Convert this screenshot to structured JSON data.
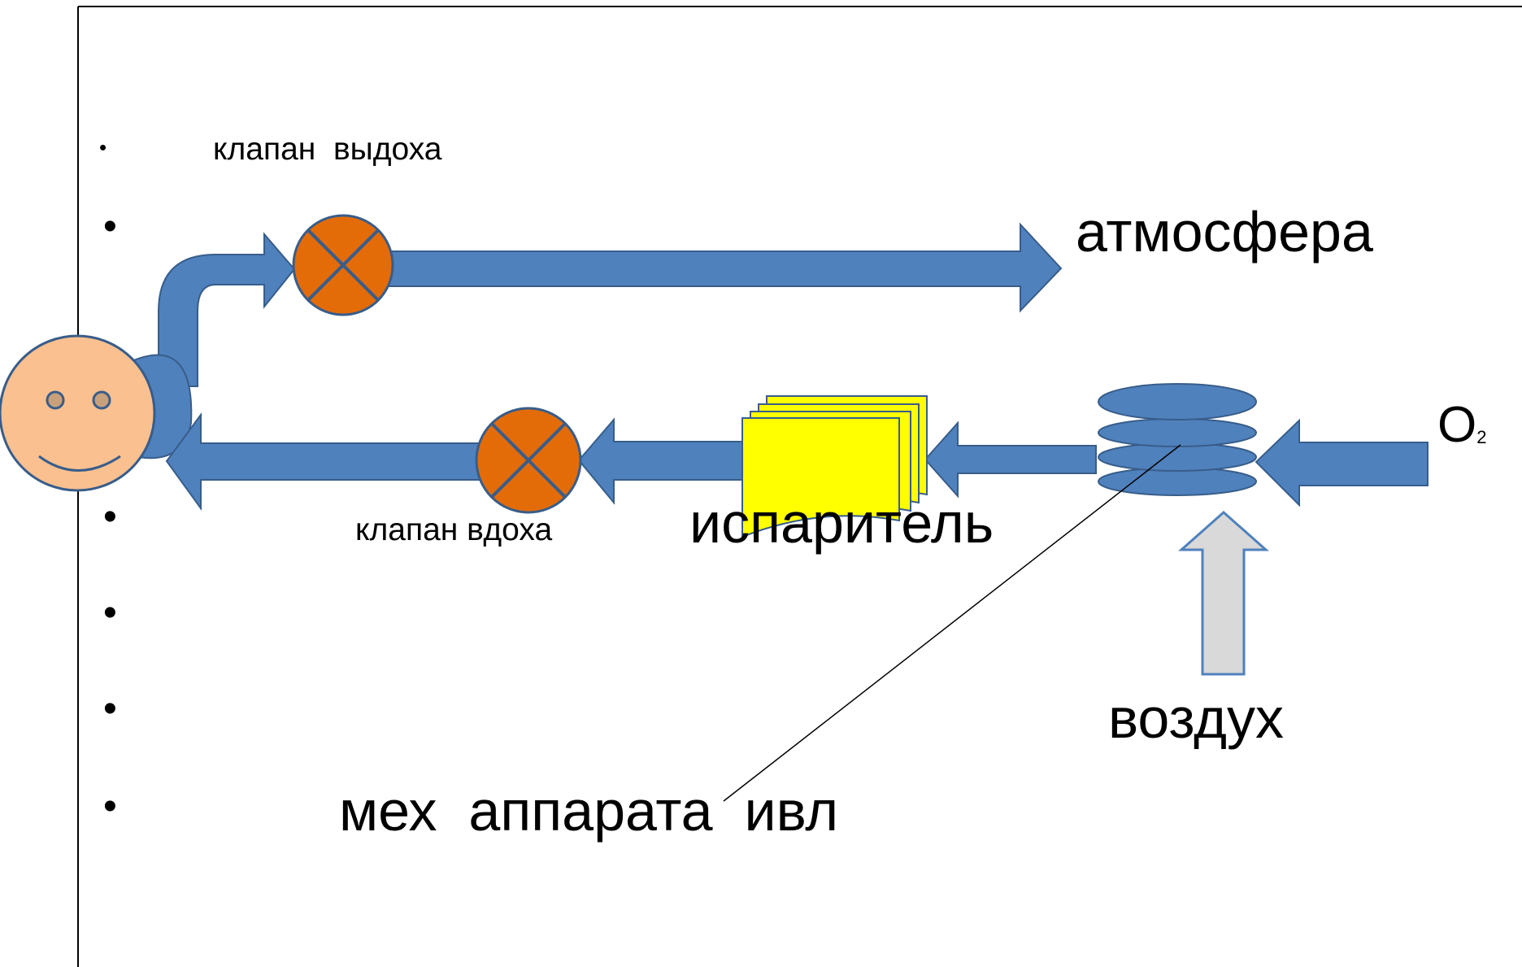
{
  "labels": {
    "exhale_valve": "клапан  выдоха",
    "atmosphere": "атмосфера",
    "o2_main": "O",
    "o2_sub": "2",
    "inhale_valve": "клапан вдоха",
    "vaporizer": "испаритель",
    "air": "воздух",
    "bellows": "мех  аппарата  ивл"
  },
  "bullet_glyph": "•",
  "colors": {
    "pipe_blue": "#4f81bd",
    "pipe_stroke": "#385d8a",
    "valve_orange": "#e36c09",
    "face": "#fac090",
    "vaporizer_yellow": "#ffff00",
    "air_arrow": "#d9d9d9"
  }
}
